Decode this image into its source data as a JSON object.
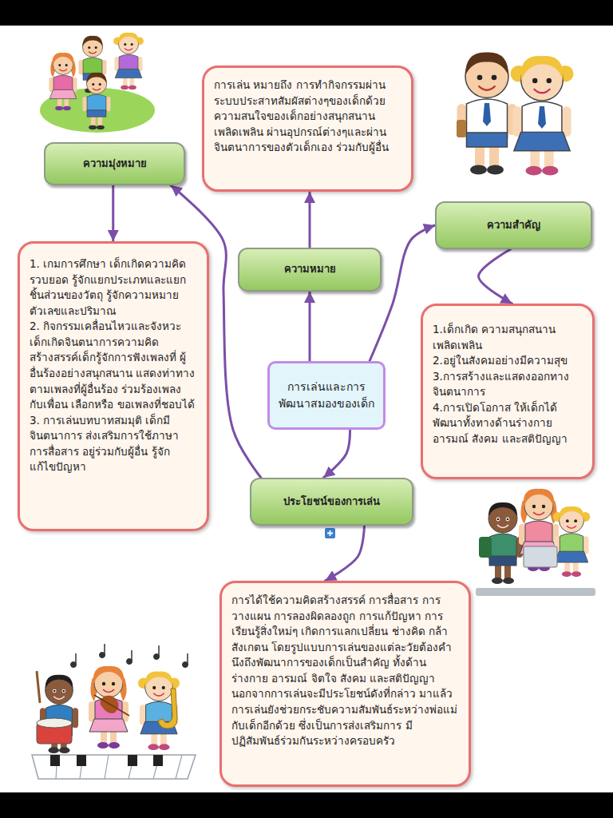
{
  "diagram": {
    "nodes": [
      {
        "text": [
          "ความมุ่งหมาย"
        ]
      },
      {
        "text": [
          "การเล่น หมายถึง การทำกิจกรรมผ่าน ระบบประสาทสัมผัสต่างๆของเด็กด้วย ความสนใจของเด็กอย่างสนุกสนาน เพลิดเพลิน ผ่านอุปกรณ์ต่างๆและผ่าน จินตนาการของตัวเด็กเอง ร่วมกับผู้อื่น"
        ]
      },
      {
        "text": [
          "ความสำคัญ"
        ]
      },
      {
        "text": [
          "1. เกมการศึกษา เด็กเกิดความคิด รวบยอด รู้จักแยกประเภทและแยก ชิ้นส่วนของวัตถุ รู้จักความหมาย ตัวเลขและปริมาณ",
          "2. กิจกรรมเคลื่อนไหวและจังหวะ เด็กเกิดจินตนาการความคิด สร้างสรรค์เด็กรู้จักการฟังเพลงที่ ผู้ อื่นร้องอย่างสนุกสนาน แสดงท่าทาง ตามเพลงที่ผู้อื่นร้อง ร่วมร้องเพลง กับเพื่อน เลือกหรือ ขอเพลงที่ชอบได้",
          "3. การเล่นบทบาทสมมุติ เด็กมี จินตนาการ ส่งเสริมการใช้ภาษา การสื่อสาร อยู่ร่วมกับผู้อื่น รู้จัก แก้ไขปัญหา"
        ]
      },
      {
        "text": [
          "ความหมาย"
        ]
      },
      {
        "text": [
          "การเล่นและการ พัฒนาสมองของเด็ก"
        ]
      },
      {
        "text": [
          "1.เด็กเกิด ความสนุกสนาน เพลิดเพลิน",
          "2.อยู่ในสังคมอย่างมีความสุข",
          "3.การสร้างและแสดงออกทาง จินตนาการ",
          "4.การเปิดโอกาส ให้เด็กได้ พัฒนาทั้งทางด้านร่างกาย อารมณ์ สังคม และสติปัญญา"
        ]
      },
      {
        "text": [
          "ประโยชน์ของการเล่น"
        ]
      },
      {
        "text": [
          "การได้ใช้ความคิดสร้างสรรค์ การสื่อสาร การ วางแผน การลองผิดลองถูก การแก้ปัญหา การ เรียนรู้สิ่งใหม่ๆ เกิดการแลกเปลี่ยน ช่างคิด กล้า สังเกตน โดยรูปแบบการเล่นของแต่ละวัยต้องคำ นึงถึงพัฒนาการของเด็กเป็นสำคัญ ทั้งด้าน ร่างกาย อารมณ์ จิตใจ สังคม และสติปัญญา นอกจากการเล่นจะมีประโยชน์ดังที่กล่าว มาแล้ว การเล่นยังช่วยกระชับความสัมพันธ์ระหว่างพ่อแม่ กับเด็กอีกด้วย ซึ่งเป็นการส่งเสริมการ มี ปฏิสัมพันธ์ร่วมกันระหว่างครอบครัว"
        ]
      }
    ],
    "edges": [
      {
        "from": 0,
        "to": 3,
        "arrow": "to"
      },
      {
        "from": 4,
        "to": 1,
        "arrow": "to"
      },
      {
        "from": 5,
        "to": 4,
        "arrow": "to"
      },
      {
        "from": 5,
        "to": 2,
        "arrow": "to"
      },
      {
        "from": 2,
        "to": 6,
        "arrow": "to"
      },
      {
        "from": 5,
        "to": 7,
        "arrow": "to"
      },
      {
        "from": 7,
        "to": 8,
        "arrow": "to"
      },
      {
        "from": 7,
        "to": 0,
        "arrow": "to"
      }
    ]
  }
}
